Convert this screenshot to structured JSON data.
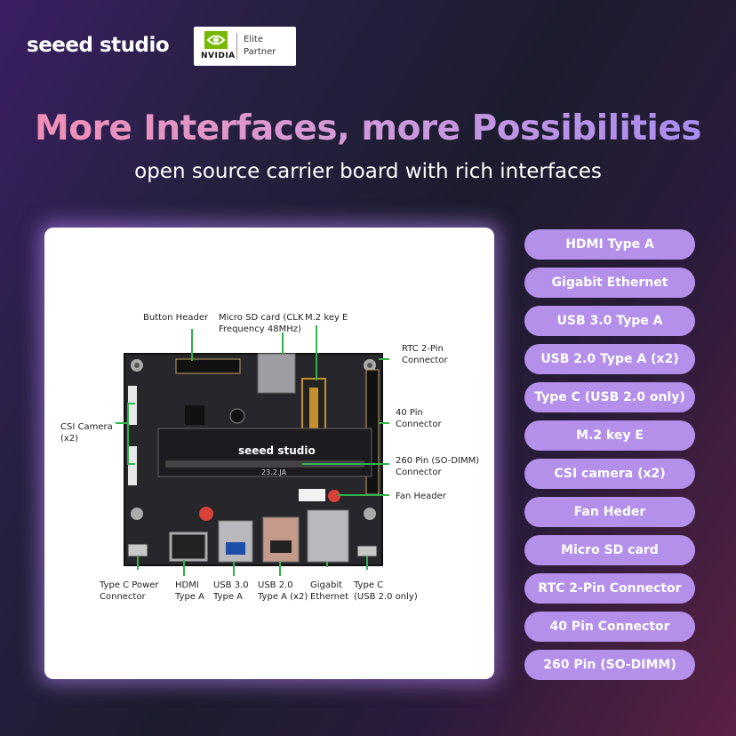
{
  "header": {
    "brand": "seeed studio",
    "partner_badge": {
      "logo_text": "NVIDIA",
      "tier_text": "Elite\nPartner"
    }
  },
  "headline": {
    "title": "More Interfaces, more Possibilities",
    "subtitle": "open source carrier board with rich interfaces"
  },
  "board": {
    "silkscreen": "seeed studio",
    "silkscreen_code": "23.2.JA",
    "callouts": {
      "button_header": "Button Header",
      "micro_sd": "Micro SD card (CLK\nFrequency 48MHz)",
      "m2_key_e": "M.2 key E",
      "rtc": "RTC 2-Pin\nConnector",
      "csi": "CSI Camera\n(x2)",
      "pin40": "40 Pin\nConnector",
      "sodimm": "260 Pin (SO-DIMM)\nConnector",
      "fan": "Fan Header",
      "typec_power": "Type C Power\nConnector",
      "hdmi": "HDMI\nType A",
      "usb3": "USB 3.0\nType A",
      "usb2": "USB 2.0\nType A (x2)",
      "ethernet": "Gigabit\nEthernet",
      "typec": "Type C\n(USB 2.0 only)"
    }
  },
  "features": [
    "HDMI Type A",
    "Gigabit Ethernet",
    "USB 3.0 Type A",
    "USB 2.0 Type A (x2)",
    "Type C (USB 2.0 only)",
    "M.2 key E",
    "CSI camera (x2)",
    "Fan Heder",
    "Micro SD card",
    "RTC 2-Pin Connector",
    "40 Pin Connector",
    "260 Pin (SO-DIMM)"
  ],
  "colors": {
    "pill": "#b490ea",
    "accent_green": "#2fb34a",
    "board": "#26262b"
  }
}
